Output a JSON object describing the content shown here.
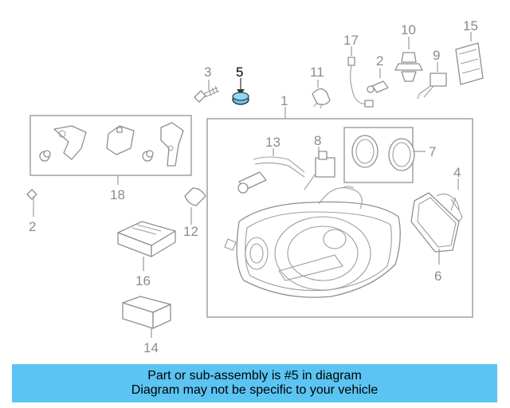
{
  "diagram": {
    "callouts": [
      {
        "id": "1",
        "text": "1"
      },
      {
        "id": "2a",
        "text": "2"
      },
      {
        "id": "2b",
        "text": "2"
      },
      {
        "id": "3",
        "text": "3"
      },
      {
        "id": "4",
        "text": "4"
      },
      {
        "id": "5",
        "text": "5",
        "highlighted": true
      },
      {
        "id": "6",
        "text": "6"
      },
      {
        "id": "7",
        "text": "7"
      },
      {
        "id": "8",
        "text": "8"
      },
      {
        "id": "9",
        "text": "9"
      },
      {
        "id": "10",
        "text": "10"
      },
      {
        "id": "11",
        "text": "11"
      },
      {
        "id": "12",
        "text": "12"
      },
      {
        "id": "13",
        "text": "13"
      },
      {
        "id": "14",
        "text": "14"
      },
      {
        "id": "15",
        "text": "15"
      },
      {
        "id": "16",
        "text": "16"
      },
      {
        "id": "17",
        "text": "17"
      },
      {
        "id": "18",
        "text": "18"
      }
    ],
    "highlight_color": "#6ec6f0"
  },
  "footer": {
    "line1": "Part or sub-assembly is #5 in diagram",
    "line2": "Diagram may not be specific to your vehicle",
    "background": "#5bc4f2"
  }
}
